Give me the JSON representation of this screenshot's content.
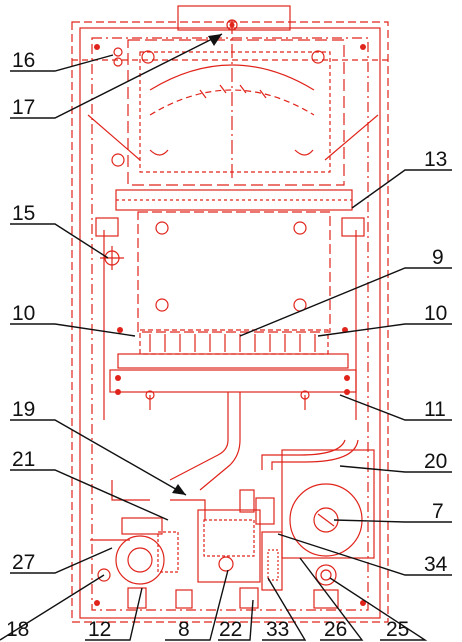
{
  "colors": {
    "drawing": "#e0241b",
    "leader": "#111111",
    "background": "#ffffff"
  },
  "callouts": [
    {
      "id": "c16",
      "text": "16"
    },
    {
      "id": "c17",
      "text": "17"
    },
    {
      "id": "c13",
      "text": "13"
    },
    {
      "id": "c15",
      "text": "15"
    },
    {
      "id": "c9",
      "text": "9"
    },
    {
      "id": "c10l",
      "text": "10"
    },
    {
      "id": "c10r",
      "text": "10"
    },
    {
      "id": "c11",
      "text": "11"
    },
    {
      "id": "c19",
      "text": "19"
    },
    {
      "id": "c20",
      "text": "20"
    },
    {
      "id": "c21",
      "text": "21"
    },
    {
      "id": "c7",
      "text": "7"
    },
    {
      "id": "c27",
      "text": "27"
    },
    {
      "id": "c34",
      "text": "34"
    },
    {
      "id": "c18",
      "text": "18"
    },
    {
      "id": "c12",
      "text": "12"
    },
    {
      "id": "c8",
      "text": "8"
    },
    {
      "id": "c22",
      "text": "22"
    },
    {
      "id": "c33",
      "text": "33"
    },
    {
      "id": "c26",
      "text": "26"
    },
    {
      "id": "c25",
      "text": "25"
    }
  ]
}
